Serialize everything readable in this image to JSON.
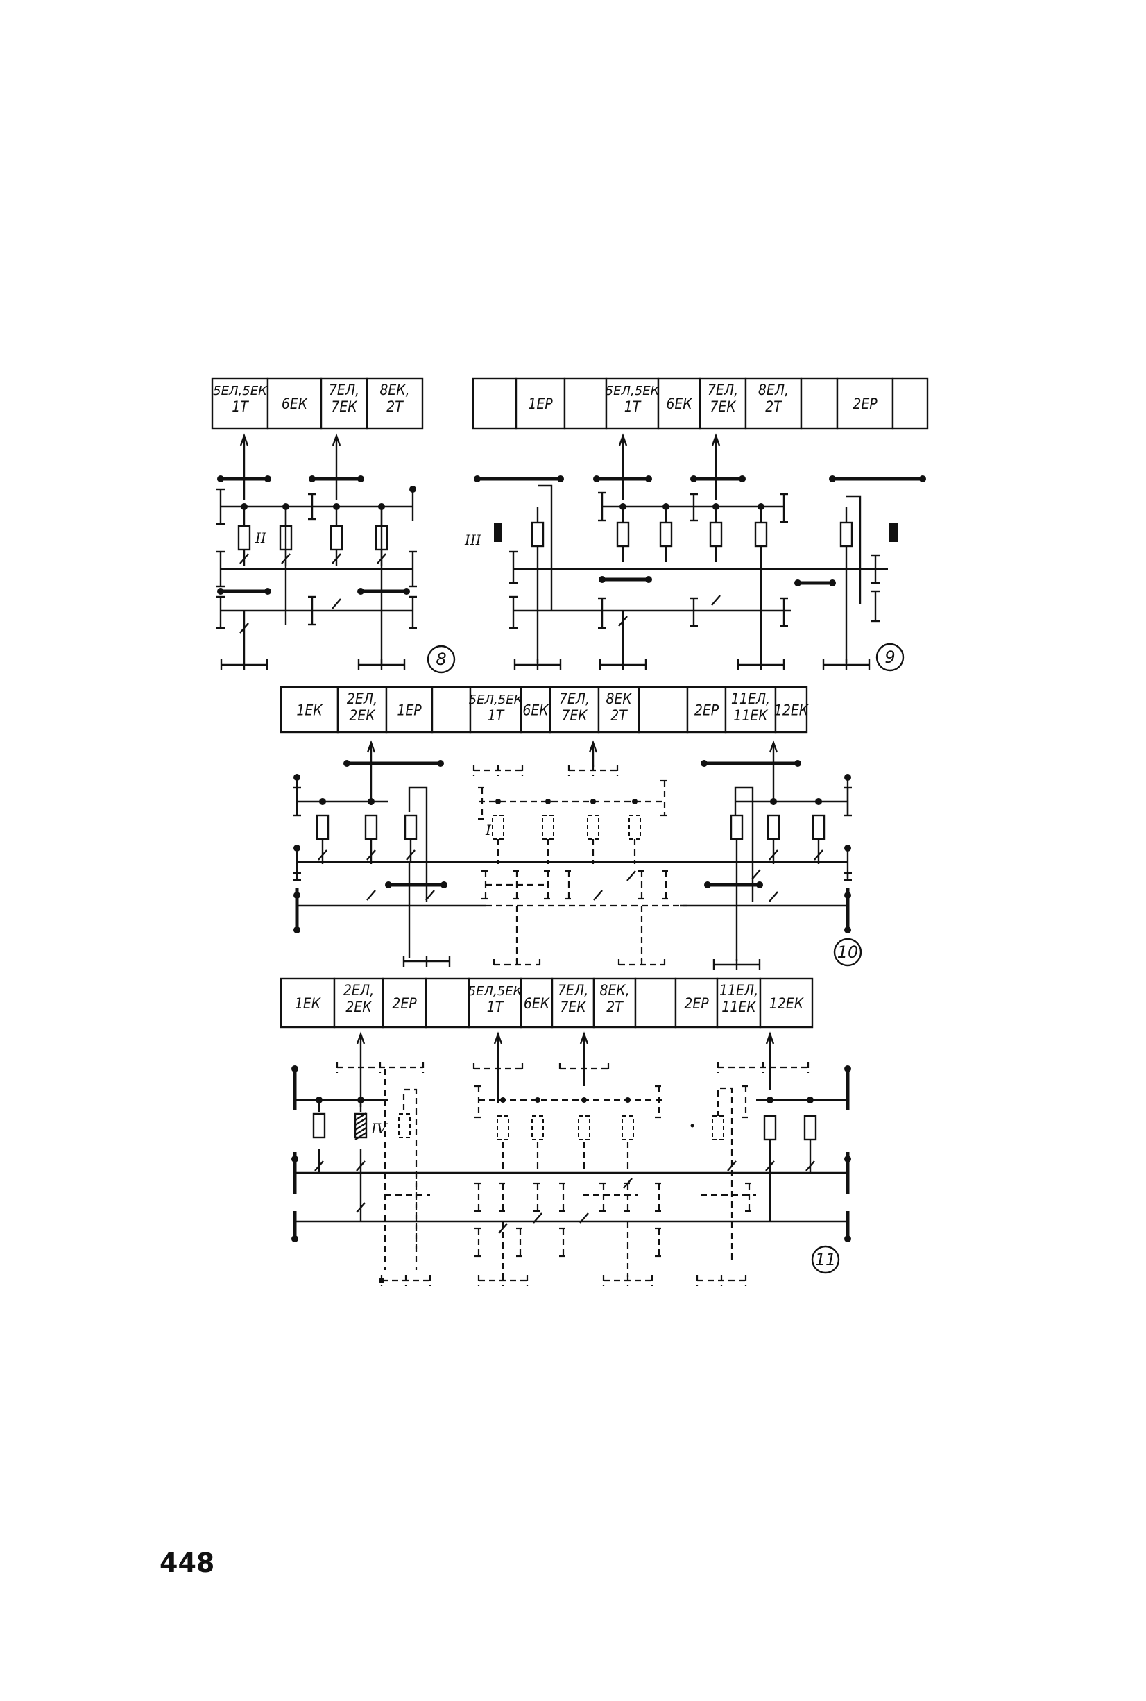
{
  "page_number": "448",
  "diagrams": [
    {
      "id": "8",
      "cells": [
        [
          "5ЕЛ,5ЕК",
          "1Т"
        ],
        [
          "6ЕК"
        ],
        [
          "7ЕЛ,",
          "7ЕК"
        ],
        [
          "8ЕК,",
          "2Т"
        ]
      ],
      "labels": [
        "II"
      ]
    },
    {
      "id": "9",
      "cells": [
        [
          ""
        ],
        [
          "1ЕР"
        ],
        [
          ""
        ],
        [
          "5ЕЛ,5ЕК",
          "1Т"
        ],
        [
          "6ЕК"
        ],
        [
          "7ЕЛ,",
          "7ЕК"
        ],
        [
          "8ЕЛ,",
          "2Т"
        ],
        [
          ""
        ],
        [
          "2ЕР"
        ],
        [
          ""
        ]
      ],
      "labels": [
        "III"
      ]
    },
    {
      "id": "10",
      "cells": [
        [
          "1ЕК"
        ],
        [
          "2ЕЛ,",
          "2ЕК"
        ],
        [
          "1ЕР"
        ],
        [
          ""
        ],
        [
          "5ЕЛ,5ЕК",
          "1Т"
        ],
        [
          "6ЕК"
        ],
        [
          "7ЕЛ,",
          "7ЕК"
        ],
        [
          "8ЕК",
          "2Т"
        ],
        [
          ""
        ],
        [
          "2ЕР"
        ],
        [
          "11ЕЛ,",
          "11ЕК"
        ],
        [
          "12ЕК"
        ]
      ],
      "labels": [
        "I"
      ]
    },
    {
      "id": "11",
      "cells": [
        [
          "1ЕК"
        ],
        [
          "2ЕЛ,",
          "2ЕК"
        ],
        [
          "2ЕР"
        ],
        [
          ""
        ],
        [
          "5ЕЛ,5ЕК",
          "1Т"
        ],
        [
          "6ЕК"
        ],
        [
          "7ЕЛ,",
          "7ЕК"
        ],
        [
          "8ЕК,",
          "2Т"
        ],
        [
          ""
        ],
        [
          "2ЕР"
        ],
        [
          "11ЕЛ,",
          "11ЕК"
        ],
        [
          "12ЕК"
        ]
      ],
      "labels": [
        "IV"
      ]
    }
  ]
}
